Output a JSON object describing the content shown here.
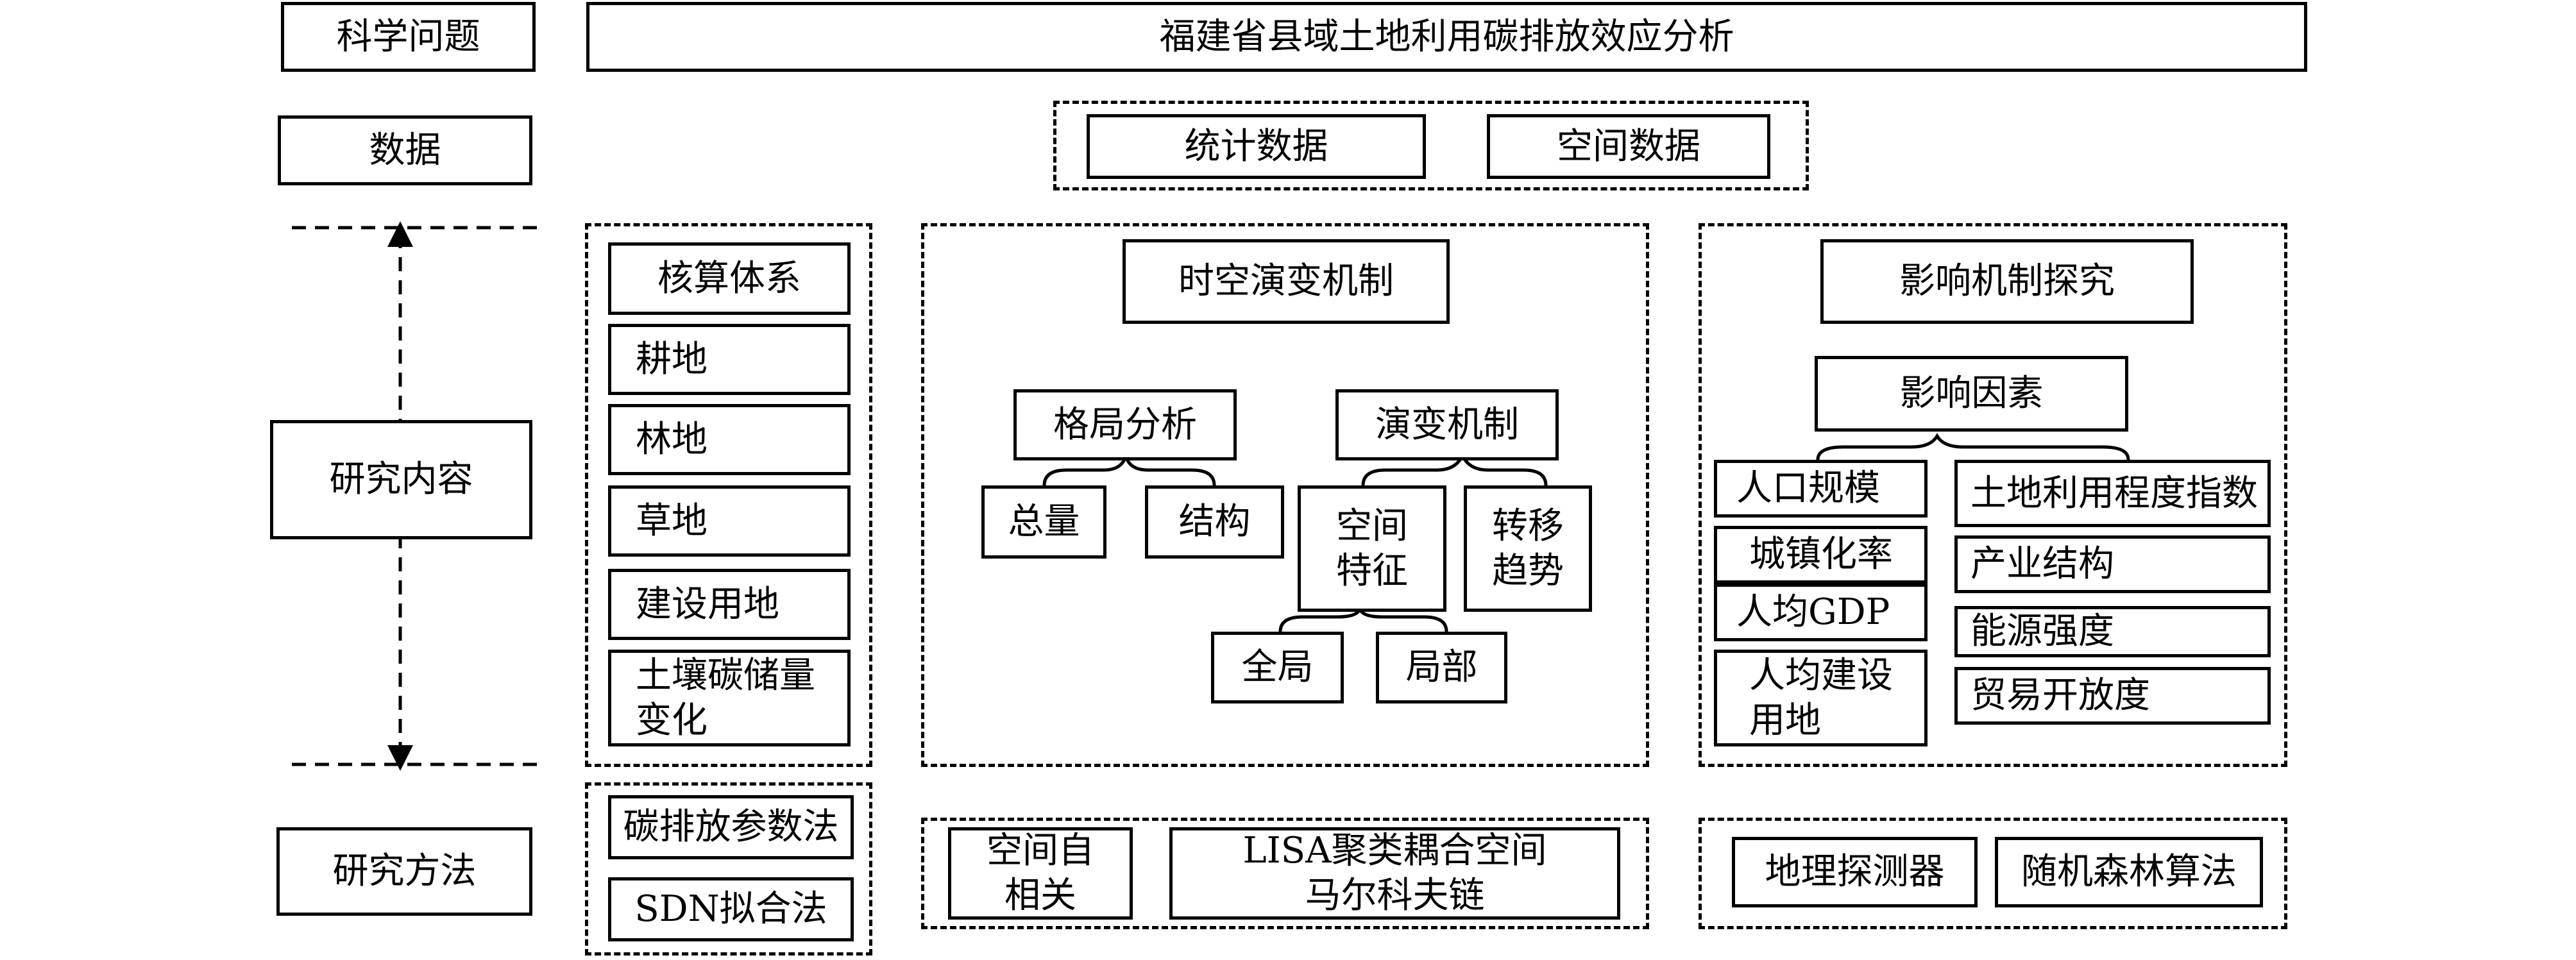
{
  "rows": {
    "scientific_question": "科学问题",
    "data": "数据",
    "research_content": "研究内容",
    "research_methods": "研究方法"
  },
  "title": "福建省县域土地利用碳排放效应分析",
  "data_sources": [
    "统计数据",
    "空间数据"
  ],
  "accounting": {
    "header": "核算体系",
    "items": [
      "耕地",
      "林地",
      "草地",
      "建设用地",
      "土壤碳储量\n变化"
    ]
  },
  "spatiotemporal": {
    "header": "时空演变机制",
    "pattern": {
      "label": "格局分析",
      "children": [
        "总量",
        "结构"
      ]
    },
    "evolution": {
      "label": "演变机制",
      "spatial": "空间\n特征",
      "transfer": "转移\n趋势",
      "children": [
        "全局",
        "局部"
      ]
    }
  },
  "influence": {
    "header": "影响机制探究",
    "factors_label": "影响因素",
    "left_factors": [
      "人口规模",
      "城镇化率",
      "人均GDP",
      "人均建设\n用地"
    ],
    "right_factors": [
      "土地利用程度指数",
      "产业结构",
      "能源强度",
      "贸易开放度"
    ]
  },
  "methods": {
    "accounting": [
      "碳排放参数法",
      "SDN拟合法"
    ],
    "spatiotemporal": [
      "空间自\n相关",
      "LISA聚类耦合空间\n马尔科夫链"
    ],
    "influence": [
      "地理探测器",
      "随机森林算法"
    ]
  }
}
